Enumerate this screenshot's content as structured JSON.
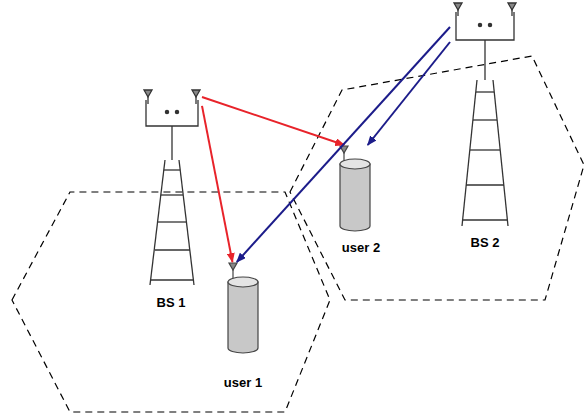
{
  "diagram": {
    "nodes": [
      {
        "text": [
          "BS 1"
        ]
      },
      {
        "text": [
          "BS 2"
        ]
      },
      {
        "text": [
          "user 1"
        ]
      },
      {
        "text": [
          "user 2"
        ]
      }
    ],
    "edges": [
      {
        "from": 0,
        "to": 3,
        "arrow": "to"
      },
      {
        "from": 0,
        "to": 2,
        "arrow": "to"
      },
      {
        "from": 1,
        "to": 3,
        "arrow": "to"
      },
      {
        "from": 1,
        "to": 2,
        "arrow": "to"
      }
    ]
  }
}
